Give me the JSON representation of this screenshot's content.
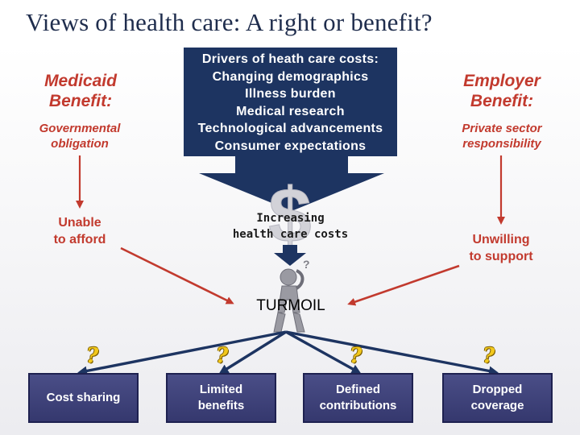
{
  "title": "Views of health care: A right or benefit?",
  "drivers": {
    "heading": "Drivers of heath care costs:",
    "items": [
      "Changing demographics",
      "Illness burden",
      "Medical research",
      "Technological advancements",
      "Consumer expectations"
    ]
  },
  "left": {
    "heading_line1": "Medicaid",
    "heading_line2": "Benefit:",
    "sub_line1": "Governmental",
    "sub_line2": "obligation",
    "result_line1": "Unable",
    "result_line2": "to afford"
  },
  "right": {
    "heading_line1": "Employer",
    "heading_line2": "Benefit:",
    "sub_line1": "Private sector",
    "sub_line2": "responsibility",
    "result_line1": "Unwilling",
    "result_line2": "to support"
  },
  "center": {
    "increasing_line1": "Increasing",
    "increasing_line2": "health care costs",
    "turmoil": "TURMOIL",
    "dollar_symbol": "$",
    "question_symbol": "?"
  },
  "outcomes": [
    {
      "line1": "Cost sharing",
      "line2": ""
    },
    {
      "line1": "Limited",
      "line2": "benefits"
    },
    {
      "line1": "Defined",
      "line2": "contributions"
    },
    {
      "line1": "Dropped",
      "line2": "coverage"
    }
  ],
  "colors": {
    "navy": "#1d3461",
    "red": "#c23a2e",
    "box": "#3f4279",
    "question": "#f2c81c"
  }
}
